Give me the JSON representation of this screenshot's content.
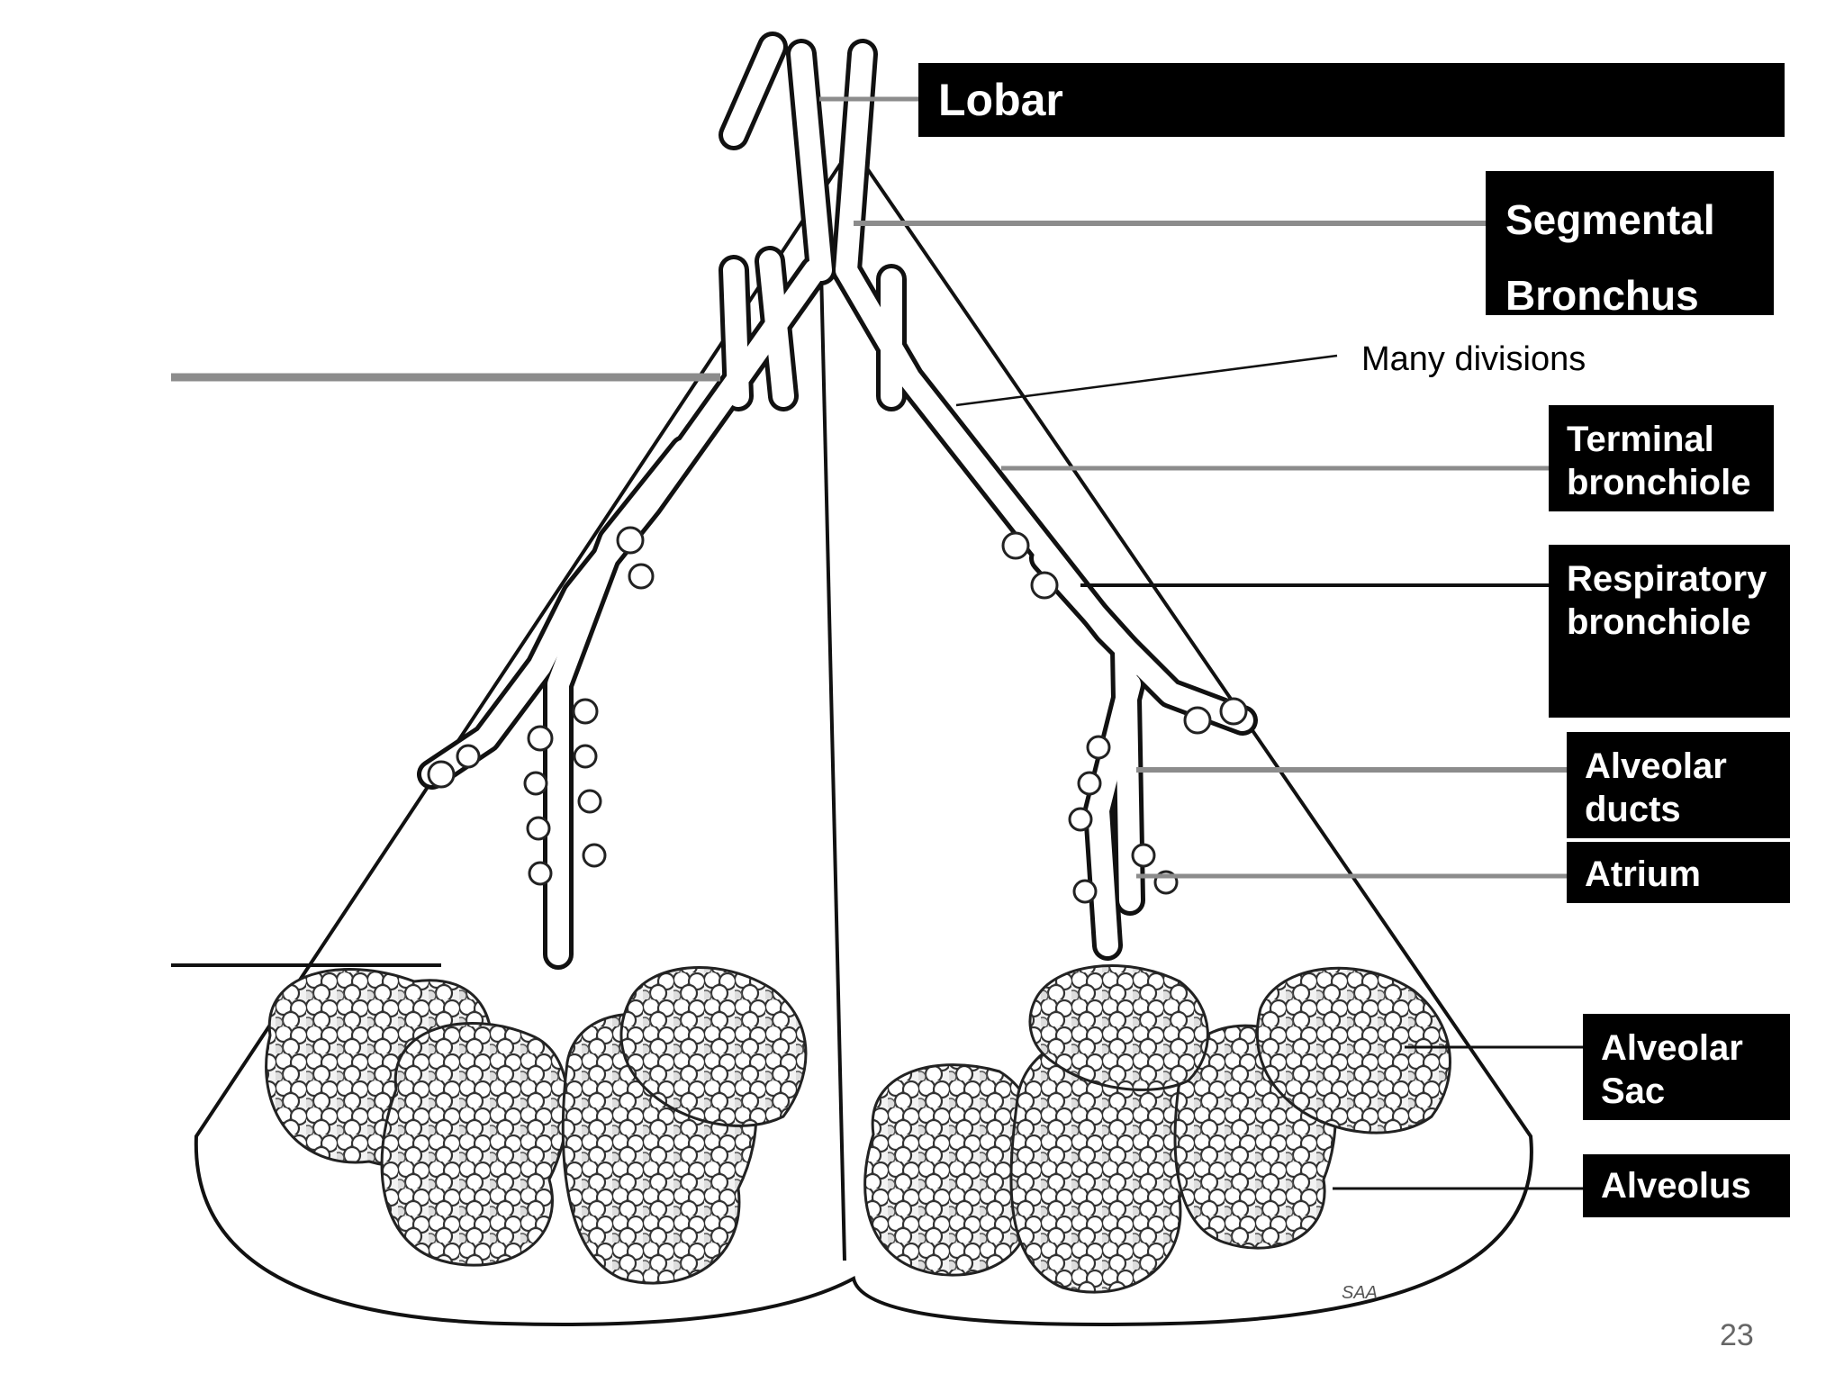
{
  "labels": {
    "lobar": "Lobar",
    "segmental": "Segmental\nBronchus",
    "many_divisions": "Many divisions",
    "terminal": "Terminal\nbronchiole",
    "respiratory": "Respiratory\nbronchiole",
    "alveolar_ducts": "Alveolar\nducts",
    "atrium": "Atrium",
    "alveolar_sac": "Alveolar\nSac",
    "alveolus": "Alveolus"
  },
  "artist_signature": "SAA",
  "page_number": "23",
  "colors": {
    "label_bg": "#000000",
    "label_text": "#ffffff",
    "leader_gray": "#8c8c8c",
    "line_black": "#111111"
  }
}
